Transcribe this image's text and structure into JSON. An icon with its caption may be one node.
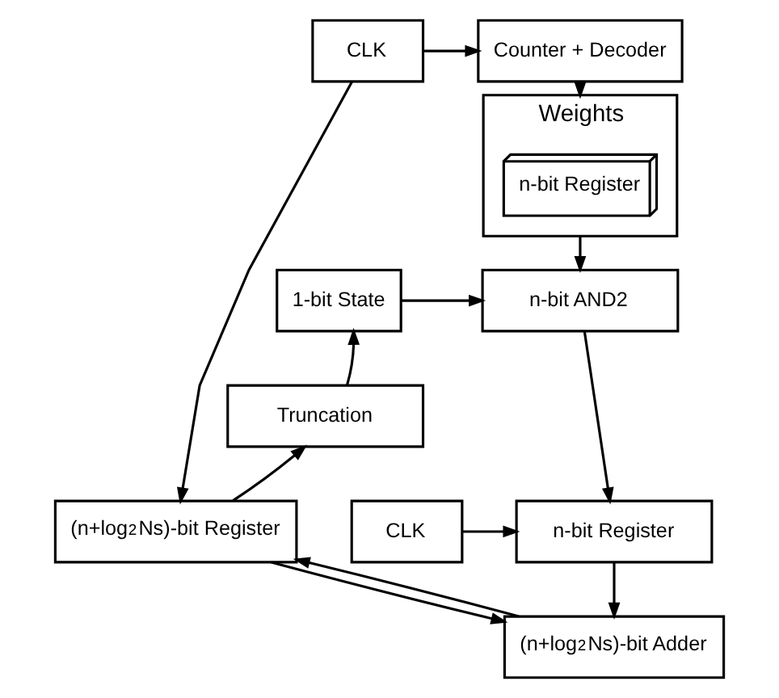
{
  "diagram": {
    "nodes": [
      {
        "text": [
          "Weights"
        ]
      },
      {
        "text": [
          "n-bit Register"
        ],
        "in": 0
      },
      {
        "text": [
          "Counter + Decoder"
        ]
      },
      {
        "text": [
          "CLK"
        ]
      },
      {
        "text": [
          "1-bit State"
        ]
      },
      {
        "text": [
          "n-bit AND2"
        ]
      },
      {
        "text": [
          "Truncation"
        ]
      },
      {
        "text": [
          "CLK"
        ]
      },
      {
        "text": [
          "n-bit Register"
        ]
      },
      {
        "text": [
          "(n+log$_{2}$Ns)-bit Register"
        ]
      },
      {
        "text": [
          "(n+log$_{2}$Ns)-bit Adder"
        ]
      }
    ],
    "edges": [
      {
        "from": 3,
        "to": 2,
        "arrow": "to"
      },
      {
        "from": 2,
        "to": 0,
        "arrow": "to"
      },
      {
        "from": 0,
        "to": 5,
        "arrow": "to"
      },
      {
        "from": 4,
        "to": 5,
        "arrow": "to"
      },
      {
        "from": 5,
        "to": 8,
        "arrow": "to"
      },
      {
        "from": 7,
        "to": 8,
        "arrow": "to"
      },
      {
        "from": 8,
        "to": 10,
        "arrow": "to"
      },
      {
        "from": 3,
        "to": 9,
        "arrow": "to"
      },
      {
        "from": 9,
        "to": 6,
        "arrow": "to"
      },
      {
        "from": 6,
        "to": 4,
        "arrow": "to"
      },
      {
        "from": 9,
        "to": 10,
        "arrow": "to"
      },
      {
        "from": 10,
        "to": 9,
        "arrow": "to"
      }
    ]
  }
}
